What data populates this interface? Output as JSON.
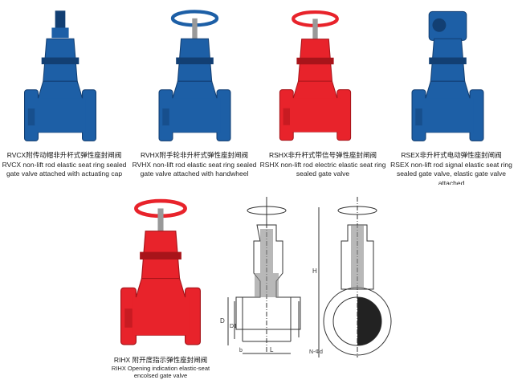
{
  "colors": {
    "blue": "#1d5fa6",
    "blue_dark": "#123f73",
    "red": "#e8232b",
    "red_dark": "#a8141a",
    "line": "#333333"
  },
  "products": [
    {
      "cn": "RVCX附传动帽非升杆式弹性座封闸阀",
      "en": "RVCX non-lift rod elastic seat ring sealed gate valve attached with actuating cap",
      "color": "blue",
      "top": "cap"
    },
    {
      "cn": "RVHX附手轮非升杆式弹性座封闸阀",
      "en": "RVHX non-lift rod elastic seat ring sealed gate valve attached with handwheel",
      "color": "blue",
      "top": "wheel"
    },
    {
      "cn": "RSHX非升杆式带信号弹性座封闸阀",
      "en": "RSHX non-lift rod electric elastic seat ring sealed gate valve",
      "color": "red",
      "top": "wheel"
    },
    {
      "cn": "RSEX非升杆式电动弹性座封闸阀",
      "en": "RSEX non-lift rod signal elastic seat ring sealed gate valve, elastic gate valve attached",
      "color": "blue",
      "top": "motor"
    },
    {
      "cn": "RIHX 附开度指示弹性座封闸阀",
      "en": "RIHX Opening indication elastic-seat encolsed gate valve",
      "color": "red",
      "top": "wheel"
    }
  ],
  "drawing_labels": {
    "D": "D",
    "D1": "D1",
    "b": "b",
    "L": "L",
    "H": "H",
    "N": "N-Φd"
  }
}
